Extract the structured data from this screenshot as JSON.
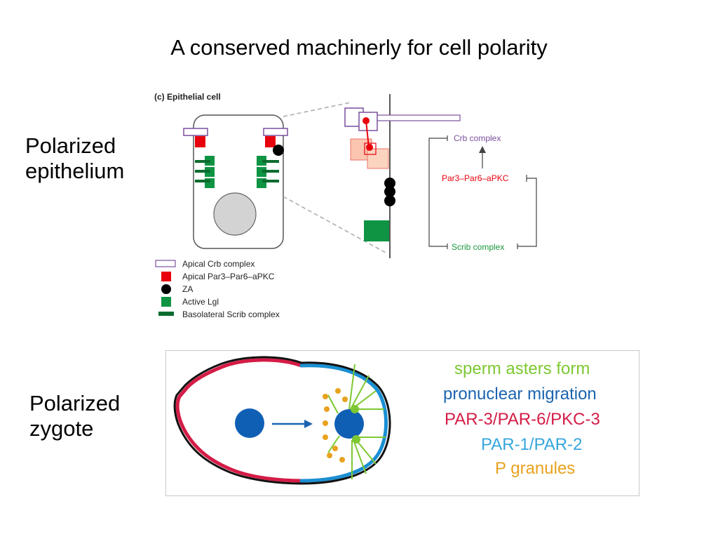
{
  "slide": {
    "title": "A conserved machinerly for cell polarity",
    "label_top": [
      "Polarized",
      "epithelium"
    ],
    "label_bottom": [
      "Polarized",
      "zygote"
    ]
  },
  "epithelial_figure": {
    "panel_title": "(c) Epithelial cell",
    "legend": [
      {
        "label": "Apical Crb complex",
        "symbol": "white-bar"
      },
      {
        "label": "Apical Par3–Par6–aPKC",
        "symbol": "red-square"
      },
      {
        "label": "ZA",
        "symbol": "black-circle"
      },
      {
        "label": "Active Lgl",
        "symbol": "green-square"
      },
      {
        "label": "Basolateral Scrib complex",
        "symbol": "dark-green-bar"
      }
    ],
    "pathway": {
      "crb": "Crb complex",
      "par": "Par3–Par6–aPKC",
      "scrib": "Scrib complex"
    },
    "colors": {
      "crb": "#7a4f9e",
      "par": "#e8000c",
      "scrib": "#1a9a3c",
      "lgl": "#0e9443"
    }
  },
  "zygote_figure": {
    "legend": [
      {
        "label": "sperm asters form",
        "color": "#7dc832"
      },
      {
        "label": "pronuclear migration",
        "color": "#1b64b0"
      },
      {
        "label": "PAR-3/PAR-6/PKC-3",
        "color": "#d41c46"
      },
      {
        "label": "PAR-1/PAR-2",
        "color": "#35a6dd"
      },
      {
        "label": "P granules",
        "color": "#e8a21e"
      }
    ]
  }
}
